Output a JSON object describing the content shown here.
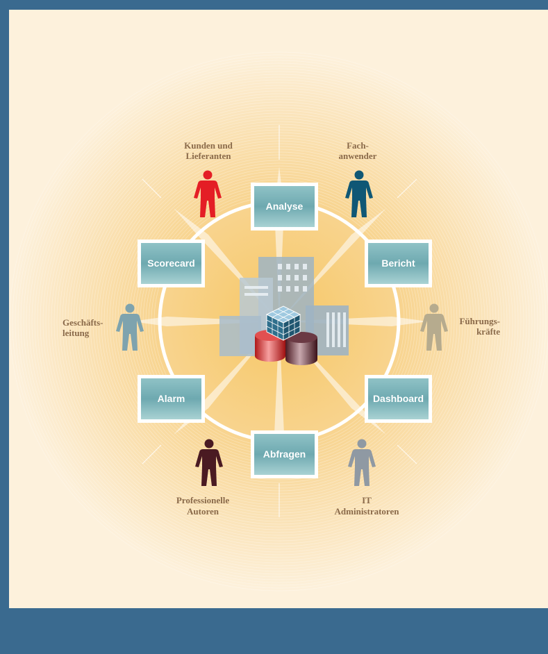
{
  "diagram": {
    "functions": [
      {
        "id": "analyse",
        "label": "Analyse"
      },
      {
        "id": "bericht",
        "label": "Bericht"
      },
      {
        "id": "dashboard",
        "label": "Dashboard"
      },
      {
        "id": "abfragen",
        "label": "Abfragen"
      },
      {
        "id": "alarm",
        "label": "Alarm"
      },
      {
        "id": "scorecard",
        "label": "Scorecard"
      }
    ],
    "roles": [
      {
        "id": "kunden",
        "lines": [
          "Kunden und",
          "Lieferanten"
        ],
        "color": "#e41e25"
      },
      {
        "id": "fachanwender",
        "lines": [
          "Fach-",
          "anwender"
        ],
        "color": "#0f5775"
      },
      {
        "id": "fuehrung",
        "lines": [
          "Führungs-",
          "kräfte"
        ],
        "color": "#b6ab8e"
      },
      {
        "id": "it",
        "lines": [
          "IT",
          "Administratoren"
        ],
        "color": "#8f99a3"
      },
      {
        "id": "autoren",
        "lines": [
          "Professionelle",
          "Autoren"
        ],
        "color": "#4a1a22"
      },
      {
        "id": "geschaeft",
        "lines": [
          "Geschäfts-",
          "leitung"
        ],
        "color": "#7ea3ae"
      }
    ]
  }
}
